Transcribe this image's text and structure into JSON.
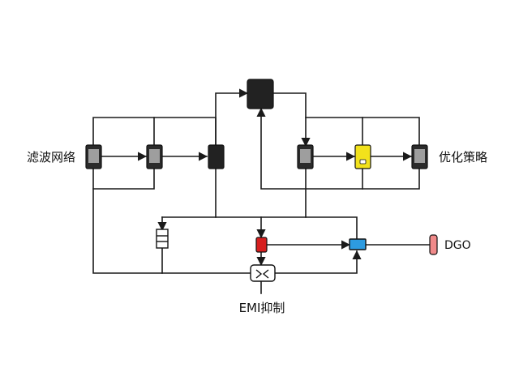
{
  "labels": {
    "filter_network": "滤波网络",
    "optimization_strategy": "优化策略",
    "emi_suppression": "EMI抑制",
    "dgo": "DGO"
  },
  "colors": {
    "wire": "#1a1a1a",
    "dark_block": "#222222",
    "component_body": "#2b2b2b",
    "component_window": "#9e9e9e",
    "yellow_component": "#f2e21c",
    "red_component": "#d61f1f",
    "blue_component": "#2d9be0",
    "pink_terminal": "#f08a8a"
  },
  "icons": {
    "central_block": "square-block",
    "emi_node": "double-arrow-junction-icon"
  }
}
